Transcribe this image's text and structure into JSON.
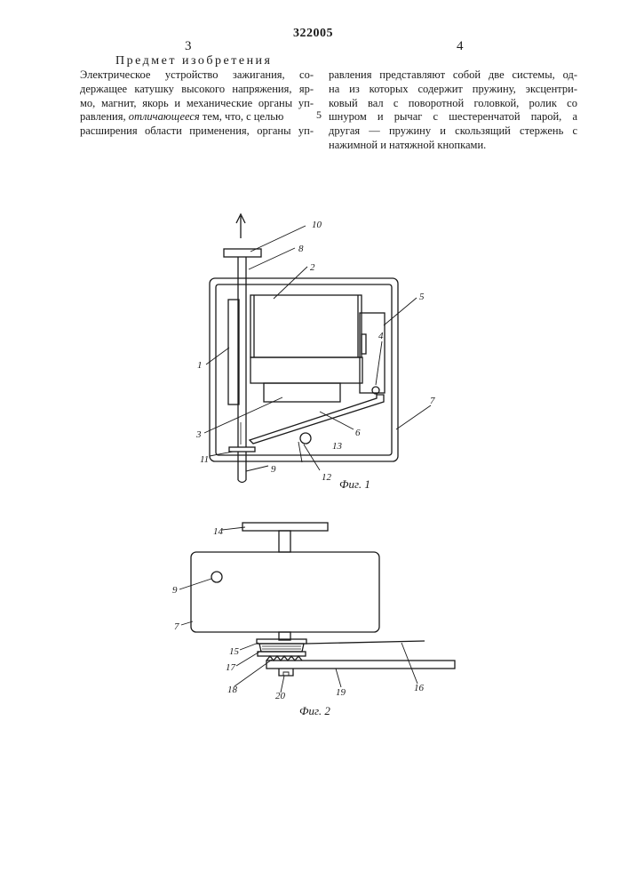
{
  "patent_number": "322005",
  "column_numbers": {
    "left": "3",
    "right": "4"
  },
  "section_title": "Предмет изобретения",
  "line_marker": "5",
  "left_column": {
    "l1": "Электрическое устройство зажигания, со-",
    "l2": "держащее катушку высокого напряжения, яр-",
    "l3": "мо, магнит, якорь и механические органы уп-",
    "l4_a": "равления, ",
    "l4_em": "отличающееся",
    "l4_b": " тем, что, с целью",
    "l5": "расширения области применения, органы уп-"
  },
  "right_column": {
    "l1": "равления представляют собой две системы, од-",
    "l2": "на из которых содержит пружину, эксцентри-",
    "l3": "ковый вал с поворотной головкой, ролик со",
    "l4": "шнуром и рычаг с шестеренчатой парой, а",
    "l5": "другая — пружину и скользящий стержень с",
    "l6": "нажимной и натяжной кнопками."
  },
  "figure1": {
    "caption": "Фиг. 1",
    "labels": {
      "n1": "1",
      "n2": "2",
      "n3": "3",
      "n4": "4",
      "n5": "5",
      "n6": "6",
      "n7": "7",
      "n8": "8",
      "n9": "9",
      "n10": "10",
      "n11": "11",
      "n12": "12",
      "n13": "13"
    }
  },
  "figure2": {
    "caption": "Фиг. 2",
    "labels": {
      "n7": "7",
      "n9": "9",
      "n14": "14",
      "n15": "15",
      "n16": "16",
      "n17": "17",
      "n18": "18",
      "n19": "19",
      "n20": "20"
    }
  }
}
